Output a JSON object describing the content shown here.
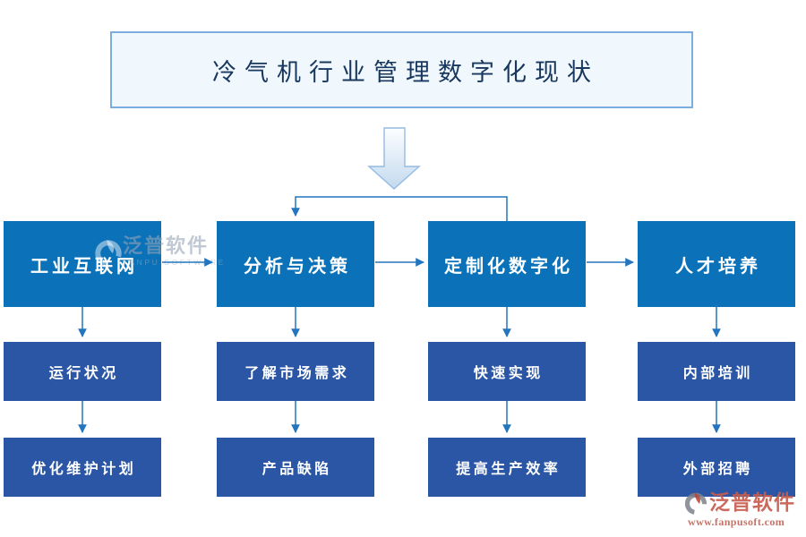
{
  "page": {
    "title": "冷气机行业管理数字化现状"
  },
  "flowchart": {
    "columns": [
      {
        "head": "工业互联网",
        "items": [
          "运行状况",
          "优化维护计划"
        ]
      },
      {
        "head": "分析与决策",
        "items": [
          "了解市场需求",
          "产品缺陷"
        ]
      },
      {
        "head": "定制化数字化",
        "items": [
          "快速实现",
          "提高生产效率"
        ]
      },
      {
        "head": "人才培养",
        "items": [
          "内部培训",
          "外部招聘"
        ]
      }
    ]
  },
  "watermarks": {
    "center": {
      "brand": "泛普软件",
      "subbrand": "FANPU SOFTWARE"
    },
    "corner": {
      "brand": "泛普软件",
      "url": "www.fanpusoft.com"
    }
  },
  "colors": {
    "primary_box": "#0B72B9",
    "secondary_box": "#2B56A5",
    "connector": "#2275BE",
    "title_text": "#17375E",
    "title_bg": "#F0F8FD",
    "title_border": "#79AEDE",
    "watermark_red": "#C55C4E",
    "watermark_gray": "#96A5B6"
  }
}
